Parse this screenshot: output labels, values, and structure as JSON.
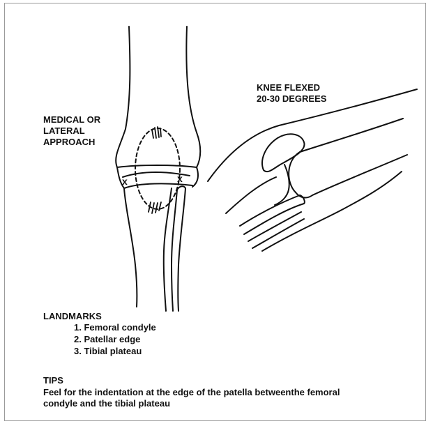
{
  "approach_label": [
    "MEDICAL OR",
    "LATERAL",
    "APPROACH"
  ],
  "flex_label": [
    "KNEE FLEXED",
    "20-30 DEGREES"
  ],
  "landmarks": {
    "heading": "LANDMARKS",
    "items": [
      "1. Femoral condyle",
      "2. Patellar edge",
      "3. Tibial plateau"
    ]
  },
  "tips": {
    "heading": "TIPS",
    "lines": [
      "Feel for the indentation at the edge of the patella betweenthe femoral",
      "condyle and the tibial plateau"
    ]
  },
  "injection_marks": [
    "x",
    "x"
  ],
  "colors": {
    "ink": "#111111",
    "frame": "#9a9a9a"
  }
}
